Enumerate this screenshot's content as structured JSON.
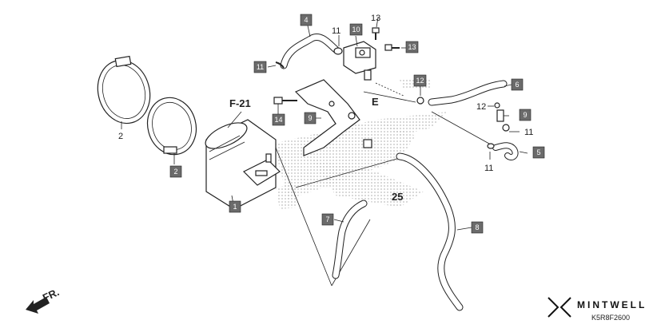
{
  "callouts": {
    "c1": "1",
    "c2_box": "2",
    "c2_plain": "2",
    "c4": "4",
    "c5": "5",
    "c6": "6",
    "c7": "7",
    "c8": "8",
    "c9": "9",
    "c9b": "9",
    "c10": "10",
    "c11_box": "11",
    "c11_a": "11",
    "c11_b": "11",
    "c11_c": "11",
    "c12_box": "12",
    "c12_plain": "12",
    "c13_plain": "13",
    "c13_box": "13",
    "c14": "14"
  },
  "markers": {
    "f21": "F-21",
    "e": "E",
    "ref25": "25",
    "front": "FR."
  },
  "watermark": {
    "brand": "MINTWELL",
    "code": "K5R8F2600"
  },
  "colors": {
    "callout_box": "#6b6b6b",
    "line": "#222222",
    "stipple": "#c9c9c9"
  }
}
